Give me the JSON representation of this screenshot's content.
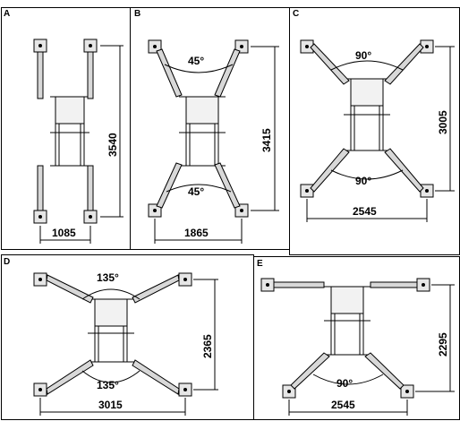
{
  "panels": [
    {
      "label": "A",
      "height_dim": "3540",
      "width_dim": "1085"
    },
    {
      "label": "B",
      "height_dim": "3415",
      "width_dim": "1865",
      "top_angle": "45°",
      "bottom_angle": "45°"
    },
    {
      "label": "C",
      "height_dim": "3005",
      "width_dim": "2545",
      "top_angle": "90°",
      "bottom_angle": "90°"
    },
    {
      "label": "D",
      "height_dim": "2365",
      "width_dim": "3015",
      "top_angle": "135°",
      "bottom_angle": "135°"
    },
    {
      "label": "E",
      "height_dim": "2295",
      "width_dim": "2545",
      "bottom_angle": "90°"
    }
  ],
  "colors": {
    "line": "#000000",
    "arm": "#d8d8d8",
    "pad": "#e6e6e6"
  }
}
